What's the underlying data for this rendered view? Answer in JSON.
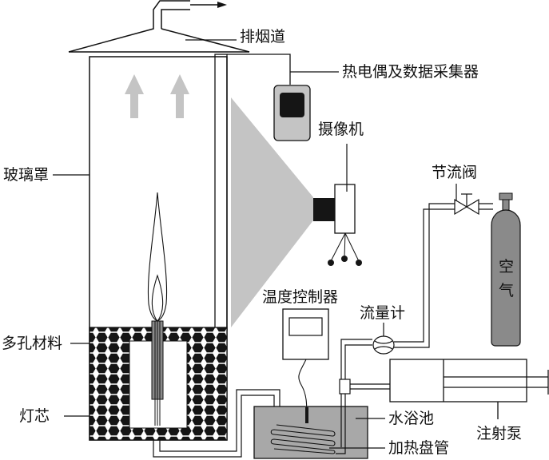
{
  "diagram": {
    "title": "",
    "labels": {
      "exhaust": "排烟道",
      "thermocouple": "热电偶及数据采集器",
      "camera": "摄像机",
      "glass_cover": "玻璃罩",
      "throttle_valve": "节流阀",
      "air_cylinder": "空气",
      "air_cylinder_line1": "空",
      "air_cylinder_line2": "气",
      "porous_material": "多孔材料",
      "temp_controller": "温度控制器",
      "flow_meter": "流量计",
      "wick": "灯芯",
      "water_bath": "水浴池",
      "syringe_pump": "注射泵",
      "heating_coil": "加热盘管"
    },
    "colors": {
      "line": "#111111",
      "gray_light": "#c4c4c4",
      "gray_mid": "#a8a8a8",
      "gray_dark": "#8a8a8a",
      "black": "#151515"
    }
  }
}
